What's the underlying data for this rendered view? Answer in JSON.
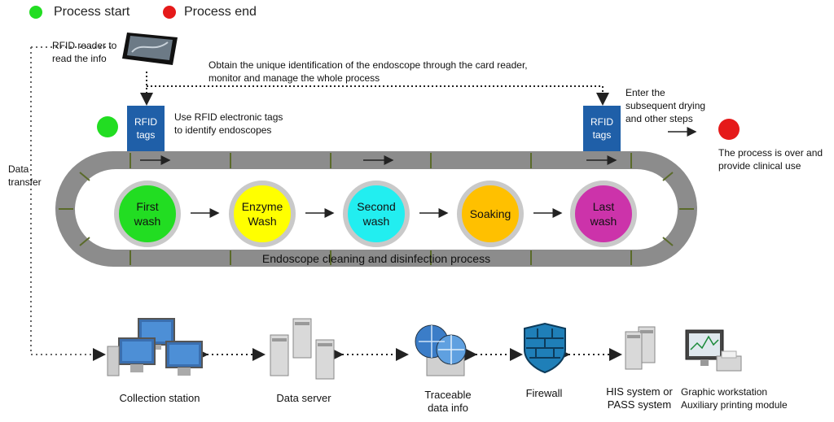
{
  "legend": {
    "start_label": "Process start",
    "end_label": "Process end",
    "start_color": "#22dd22",
    "end_color": "#e51a1a"
  },
  "reader": {
    "label_line1": "RFID reader to",
    "label_line2": "read the info",
    "icon": "rfid-reader-icon"
  },
  "monitor_note": {
    "line1": "Obtain the unique identification of the endoscope through the card reader,",
    "line2": "monitor and manage the whole process"
  },
  "rfid_tags": {
    "line1": "RFID",
    "line2": "tags",
    "color": "#1f5fa8"
  },
  "rfid_note": {
    "line1": "Use RFID electronic tags",
    "line2": "to identify endoscopes"
  },
  "drying_note": {
    "line1": "Enter the",
    "line2": "subsequent drying",
    "line3": "and other steps"
  },
  "end_note": {
    "line1": "The process is over and",
    "line2": "provide clinical use"
  },
  "data_transfer": {
    "line1": "Data",
    "line2": "transfer"
  },
  "conveyor": {
    "title": "Endoscope cleaning and disinfection process",
    "track_color": "#8c8c8c"
  },
  "stages": [
    {
      "line1": "First",
      "line2": "wash",
      "color": "#22dd22"
    },
    {
      "line1": "Enzyme",
      "line2": "Wash",
      "color": "#ffff00"
    },
    {
      "line1": "Second",
      "line2": "wash",
      "color": "#22eef0"
    },
    {
      "line1": "Soaking",
      "line2": "",
      "color": "#ffc000"
    },
    {
      "line1": "Last",
      "line2": "wash",
      "color": "#cc33aa"
    }
  ],
  "network": [
    {
      "line1": "Collection station",
      "line2": "",
      "icon": "computers-icon"
    },
    {
      "line1": "Data server",
      "line2": "",
      "icon": "server-icon"
    },
    {
      "line1": "Traceable",
      "line2": "data info",
      "icon": "globe-server-icon"
    },
    {
      "line1": "Firewall",
      "line2": "",
      "icon": "firewall-icon"
    },
    {
      "line1": "HIS system or",
      "line2": "PASS system",
      "icon": "server-icon"
    },
    {
      "line1": "Graphic workstation",
      "line2": "Auxiliary printing module",
      "icon": "workstation-printer-icon"
    }
  ]
}
